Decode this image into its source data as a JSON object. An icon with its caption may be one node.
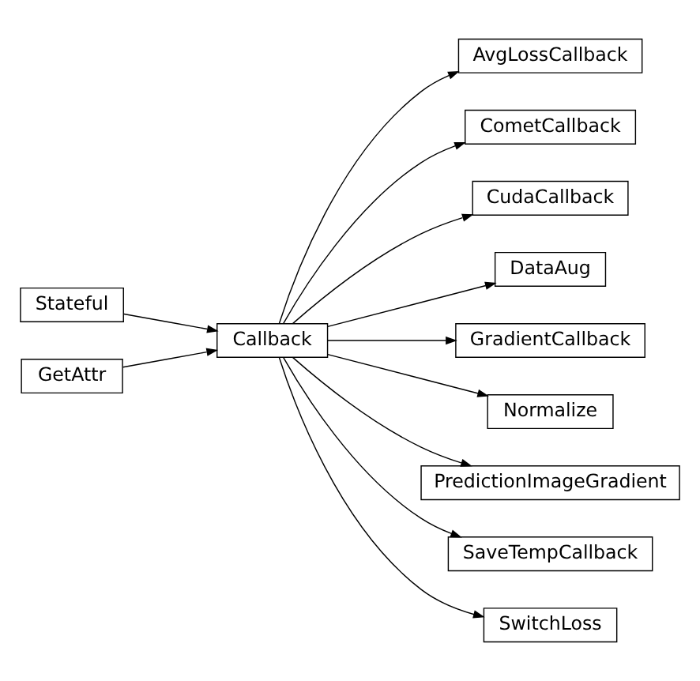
{
  "diagram": {
    "nodes": [
      {
        "text": [
          "Stateful"
        ]
      },
      {
        "text": [
          "GetAttr"
        ]
      },
      {
        "text": [
          "Callback"
        ]
      },
      {
        "text": [
          "AvgLossCallback"
        ]
      },
      {
        "text": [
          "CometCallback"
        ]
      },
      {
        "text": [
          "CudaCallback"
        ]
      },
      {
        "text": [
          "DataAug"
        ]
      },
      {
        "text": [
          "GradientCallback"
        ]
      },
      {
        "text": [
          "Normalize"
        ]
      },
      {
        "text": [
          "PredictionImageGradient"
        ]
      },
      {
        "text": [
          "SaveTempCallback"
        ]
      },
      {
        "text": [
          "SwitchLoss"
        ]
      }
    ],
    "edges": [
      {
        "from": 0,
        "to": 2,
        "arrow": "to"
      },
      {
        "from": 1,
        "to": 2,
        "arrow": "to"
      },
      {
        "from": 2,
        "to": 3,
        "arrow": "to"
      },
      {
        "from": 2,
        "to": 4,
        "arrow": "to"
      },
      {
        "from": 2,
        "to": 5,
        "arrow": "to"
      },
      {
        "from": 2,
        "to": 6,
        "arrow": "to"
      },
      {
        "from": 2,
        "to": 7,
        "arrow": "to"
      },
      {
        "from": 2,
        "to": 8,
        "arrow": "to"
      },
      {
        "from": 2,
        "to": 9,
        "arrow": "to"
      },
      {
        "from": 2,
        "to": 10,
        "arrow": "to"
      },
      {
        "from": 2,
        "to": 11,
        "arrow": "to"
      }
    ]
  }
}
